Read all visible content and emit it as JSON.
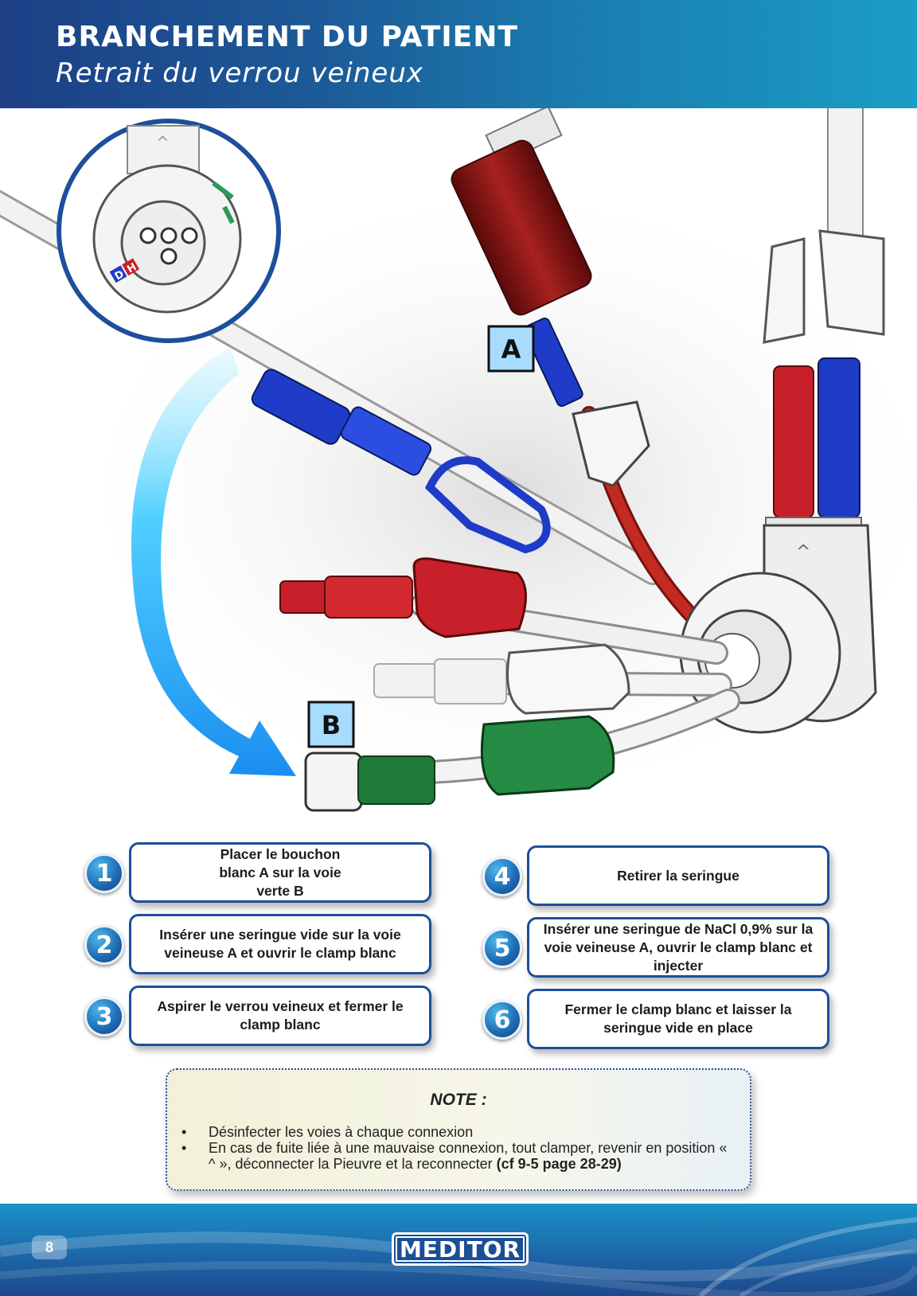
{
  "header": {
    "title": "BRANCHEMENT DU PATIENT",
    "subtitle": "Retrait du verrou veineux"
  },
  "illustration": {
    "label_a": "A",
    "label_b": "B",
    "port_letters": [
      "D",
      "H"
    ],
    "colors": {
      "venous": "#1e3cc8",
      "arterial": "#c8202a",
      "green": "#1f7a3a",
      "arrow": "#1aa8ee"
    }
  },
  "steps": [
    {
      "num": "1",
      "text": "Placer le bouchon blanc A sur la voie verte B"
    },
    {
      "num": "2",
      "text": "Insérer une seringue vide sur la voie veineuse A et ouvrir le clamp blanc"
    },
    {
      "num": "3",
      "text": "Aspirer le verrou veineux et fermer le clamp blanc"
    },
    {
      "num": "4",
      "text": "Retirer la seringue"
    },
    {
      "num": "5",
      "text": "Insérer une seringue de NaCl 0,9% sur la voie veineuse A, ouvrir le clamp blanc et injecter"
    },
    {
      "num": "6",
      "text": "Fermer le clamp blanc et laisser la seringue vide en place"
    }
  ],
  "note": {
    "title": "NOTE :",
    "bullet": "•",
    "item1": "Désinfecter les voies à chaque connexion",
    "item2_text": "En cas de fuite liée à une mauvaise connexion, tout clamper, revenir en position « ^ », déconnecter la Pieuvre et la reconnecter ",
    "item2_ref": "(cf 9-5 page 28-29)"
  },
  "footer": {
    "page_number": "8",
    "logo": "MEDITOR"
  }
}
